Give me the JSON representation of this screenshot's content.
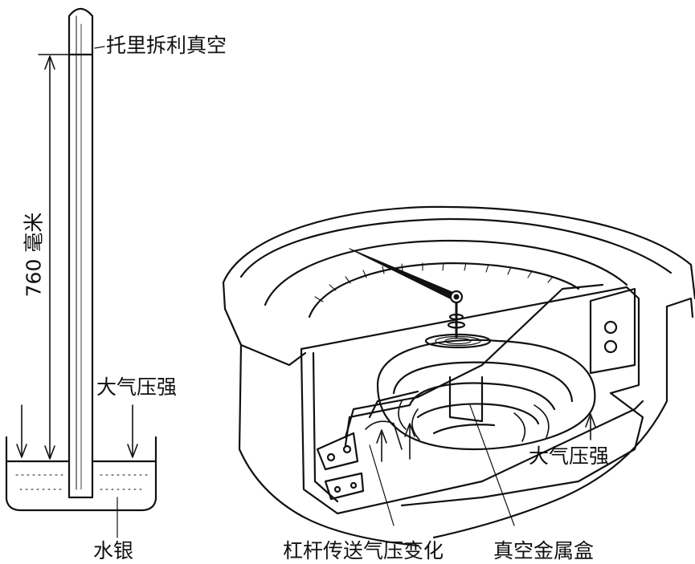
{
  "torricelli": {
    "vacuum_label": "托里拆利真空",
    "height_label": "760 毫米",
    "atm_label": "大气压强",
    "mercury_label": "水银"
  },
  "aneroid": {
    "atm_label": "大气压强",
    "lever_label": "杠杆传送气压变化",
    "box_label": "真空金属盒"
  }
}
